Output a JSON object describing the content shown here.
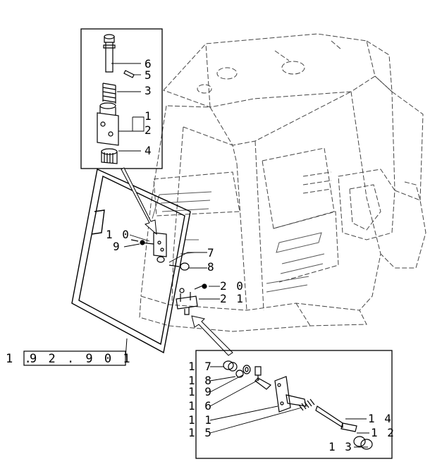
{
  "reference_label": {
    "prefix": "1 .",
    "boxed": "9 2 . 9  0 1"
  },
  "top_inset_callouts": [
    {
      "id": "c6",
      "text": "6"
    },
    {
      "id": "c5",
      "text": "5"
    },
    {
      "id": "c3",
      "text": "3"
    },
    {
      "id": "c1",
      "text": "1"
    },
    {
      "id": "c2",
      "text": "2"
    },
    {
      "id": "c4",
      "text": "4"
    }
  ],
  "main_callouts": [
    {
      "id": "c10",
      "text": "1 0"
    },
    {
      "id": "c9",
      "text": "9"
    },
    {
      "id": "c7",
      "text": "7"
    },
    {
      "id": "c8",
      "text": "8"
    },
    {
      "id": "c20",
      "text": "2 0"
    },
    {
      "id": "c21",
      "text": "2 1"
    }
  ],
  "bottom_inset_callouts": [
    {
      "id": "c17",
      "text": "1 7"
    },
    {
      "id": "c18",
      "text": "1 8"
    },
    {
      "id": "c19",
      "text": "1 9"
    },
    {
      "id": "c16",
      "text": "1 6"
    },
    {
      "id": "c11",
      "text": "1 1"
    },
    {
      "id": "c15",
      "text": "1 5"
    },
    {
      "id": "c14",
      "text": "1 4"
    },
    {
      "id": "c12",
      "text": "1 2"
    },
    {
      "id": "c13",
      "text": "1 3"
    }
  ],
  "colors": {
    "ink": "#000000",
    "background": "#ffffff",
    "ghost": "#555555"
  }
}
